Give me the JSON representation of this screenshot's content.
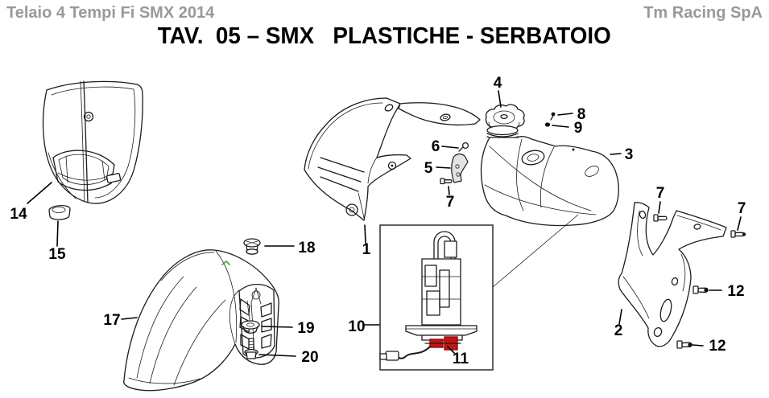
{
  "header": {
    "left": "Telaio 4 Tempi Fi SMX 2014",
    "right": "Tm Racing SpA"
  },
  "title": "TAV.  05 – SMX   PLASTICHE - SERBATOIO",
  "callouts": {
    "1": "1",
    "2": "2",
    "3": "3",
    "4": "4",
    "5": "5",
    "6": "6",
    "7": "7",
    "8": "8",
    "9": "9",
    "10": "10",
    "11": "11",
    "12": "12",
    "14": "14",
    "15": "15",
    "17": "17",
    "18": "18",
    "19": "19",
    "20": "20"
  },
  "colors": {
    "line": "#1c1c1c",
    "label": "#000000",
    "header_text": "#999999",
    "pump_connector_red": "#c41414",
    "pump_connector_dark_red": "#8f0e0e",
    "fender_mark_green": "#44b044",
    "box_border": "#3a3a3a",
    "bracket_fill": "#e3e3e3"
  }
}
